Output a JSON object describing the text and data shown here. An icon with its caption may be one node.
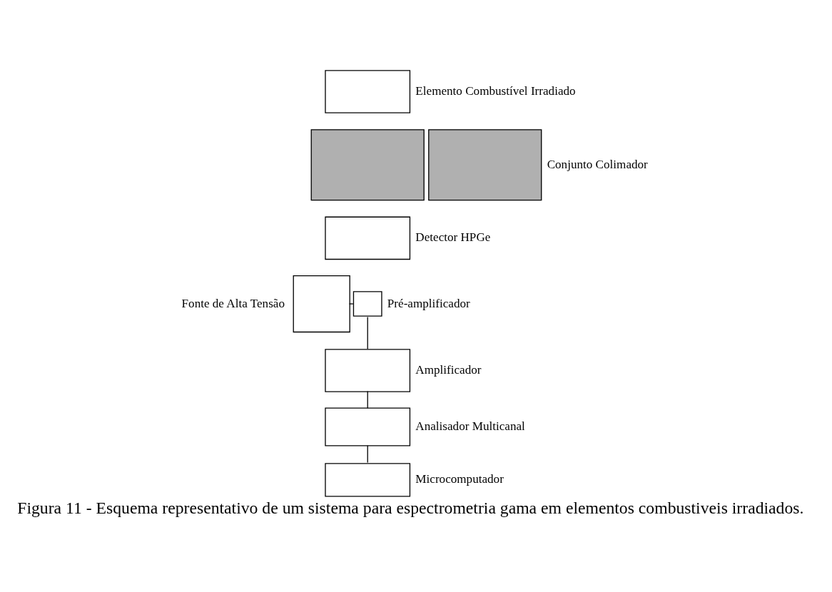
{
  "diagram": {
    "caption": "Figura 11 - Esquema representativo de um sistema para espectrometria gama em elementos combustiveis irradiados.",
    "nodes": [
      {
        "text": [],
        "shape": "box",
        "beside": [
          "Elemento Combustível Irradiado"
        ]
      },
      {
        "text": [],
        "shape": "box"
      },
      {
        "text": [],
        "shape": "box",
        "beside": [
          "Conjunto Colimador"
        ]
      },
      {
        "text": [],
        "shape": "box",
        "beside": [
          "Detector HPGe"
        ]
      },
      {
        "text": [],
        "shape": "box",
        "beside": [
          "Pré-amplificador"
        ]
      },
      {
        "text": [],
        "shape": "box",
        "beside": [
          "Fonte de Alta Tensão"
        ]
      },
      {
        "text": [],
        "shape": "box",
        "beside": [
          "Amplificador"
        ]
      },
      {
        "text": [],
        "shape": "box",
        "beside": [
          "Analisador Multicanal"
        ]
      },
      {
        "text": [],
        "shape": "box",
        "beside": [
          "Microcomputador"
        ]
      }
    ],
    "edges": [
      {
        "from": 5,
        "to": 4,
        "arrow": "none"
      },
      {
        "from": 4,
        "to": 6,
        "arrow": "none"
      },
      {
        "from": 6,
        "to": 7,
        "arrow": "none"
      },
      {
        "from": 7,
        "to": 8,
        "arrow": "none"
      }
    ]
  }
}
